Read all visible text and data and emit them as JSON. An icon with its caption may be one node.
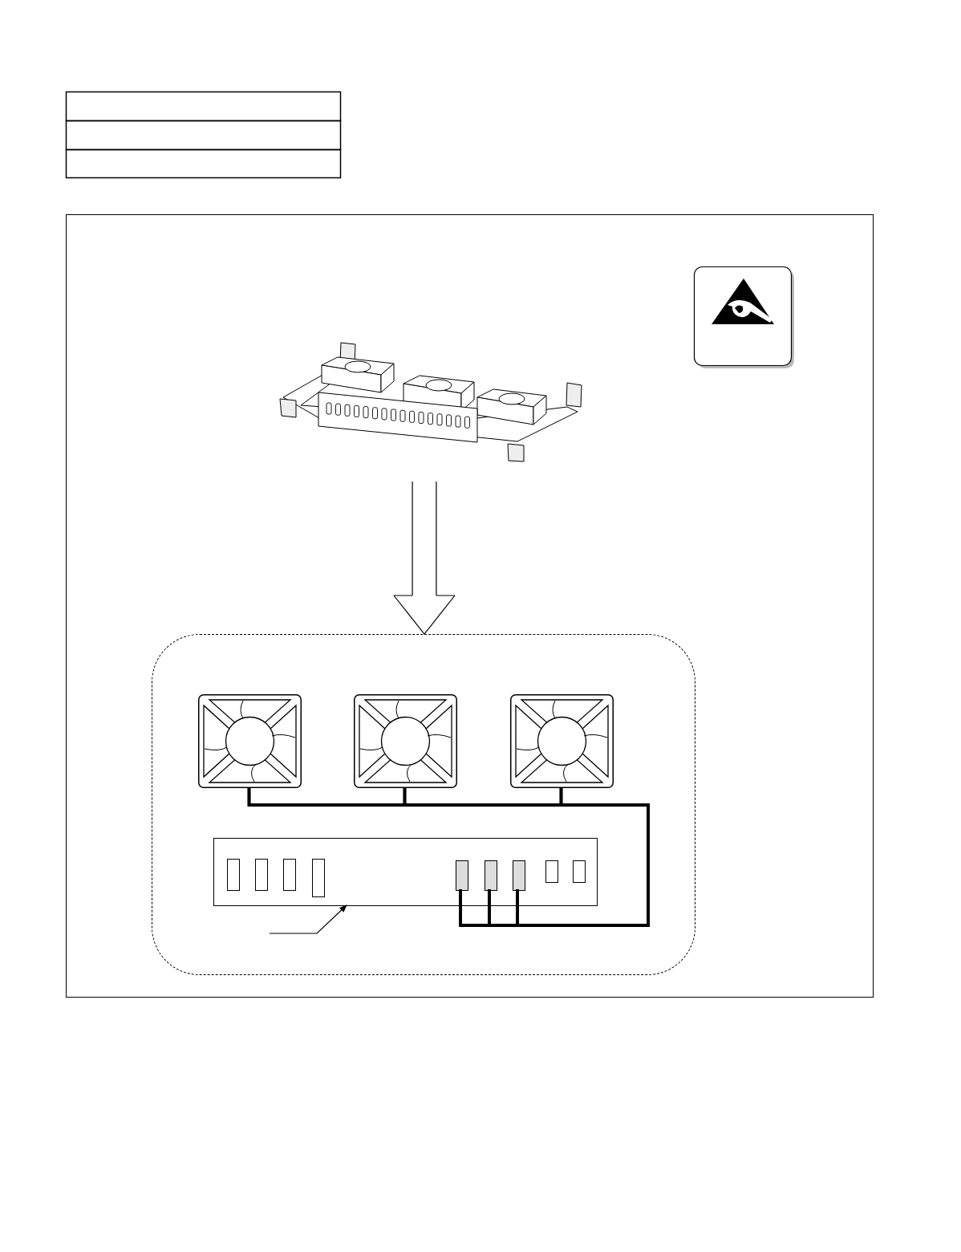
{
  "diagram": {
    "nodes": [
      {
        "text": [],
        "shape": "picture"
      },
      {
        "text": [],
        "shape": "box"
      },
      {
        "text": [],
        "shape": "picture",
        "in": 1
      },
      {
        "text": [],
        "shape": "picture",
        "in": 1
      },
      {
        "text": [],
        "shape": "picture",
        "in": 1
      },
      {
        "text": [],
        "shape": "box",
        "in": 1
      },
      {
        "text": [],
        "shape": "box",
        "in": 5
      },
      {
        "text": [],
        "shape": "box",
        "in": 5
      },
      {
        "text": [],
        "shape": "box",
        "in": 5
      }
    ],
    "edges": [
      {
        "from": 0,
        "to": 1,
        "arrow": "to",
        "style": "thick"
      },
      {
        "from": null,
        "to": 5,
        "arrow": "to"
      },
      {
        "from": 2,
        "to": 6,
        "arrow": "none"
      },
      {
        "from": 2,
        "to": 7,
        "arrow": "none"
      },
      {
        "from": 2,
        "to": 8,
        "arrow": "none"
      },
      {
        "from": 3,
        "to": 6,
        "arrow": "none"
      },
      {
        "from": 3,
        "to": 7,
        "arrow": "none"
      },
      {
        "from": 3,
        "to": 8,
        "arrow": "none"
      },
      {
        "from": 4,
        "to": 6,
        "arrow": "none"
      },
      {
        "from": 4,
        "to": 7,
        "arrow": "none"
      },
      {
        "from": 4,
        "to": 8,
        "arrow": "none"
      }
    ]
  }
}
